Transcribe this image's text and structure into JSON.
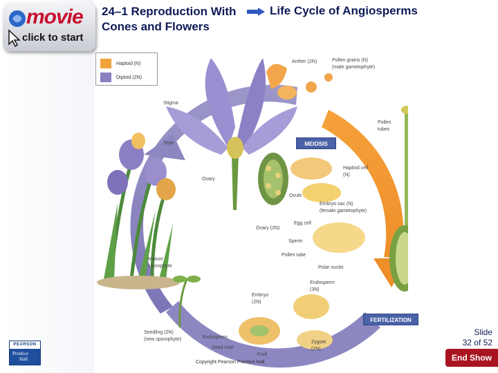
{
  "header": {
    "movie_word": "movie",
    "click_label": "click to start",
    "title_left": "24–1 Reproduction With Cones and Flowers",
    "title_right": "Life Cycle of Angiosperms"
  },
  "legend": [
    {
      "label": "Haploid (N)",
      "color": "#f0a23c"
    },
    {
      "label": "Diploid (2N)",
      "color": "#8a7fc0"
    }
  ],
  "banners": {
    "meiosis": "MEIOSIS",
    "fertilization": "FERTILIZATION"
  },
  "labels": {
    "stigma": "Stigma",
    "style": "Style",
    "ovary": "Ovary",
    "anther": "Anther (2N)",
    "pollen_grains_1": "Pollen grains (N)",
    "pollen_grains_2": "(male gametophyte)",
    "pollen_tubes_1": "Pollen",
    "pollen_tubes_2": "tubes",
    "haploid_cell_1": "Haploid cell",
    "haploid_cell_2": "(N)",
    "ovule": "Ovule",
    "embryo_sac_1": "Embryo sac (N)",
    "embryo_sac_2": "(female gametophyte)",
    "egg_cell": "Egg cell",
    "ovary_2n": "Ovary (2N)",
    "sperm": "Sperm",
    "pollen_tube": "Pollen tube",
    "polar_nuclei": "Polar nuclei",
    "mature_1": "Mature",
    "mature_2": "sporophyte",
    "endosperm_3n_1": "Endosperm",
    "endosperm_3n_2": "(3N)",
    "embryo_1": "Embryo",
    "embryo_2": "(2N)",
    "seedling_1": "Seedling (2N)",
    "seedling_2": "(new sporophyte)",
    "endosperm": "Endosperm",
    "seed_coat": "Seed coat",
    "fruit": "Fruit",
    "zygote_1": "Zygote",
    "zygote_2": "(2N)"
  },
  "footer": {
    "copyright": "Copyright Pearson Prentice Hall",
    "slide_label": "Slide",
    "slide_num": "32 of 52",
    "end_show": "End Show",
    "pearson_top": "PEARSON",
    "pearson_bottom_1": "Prentice",
    "pearson_bottom_2": "Hall"
  }
}
